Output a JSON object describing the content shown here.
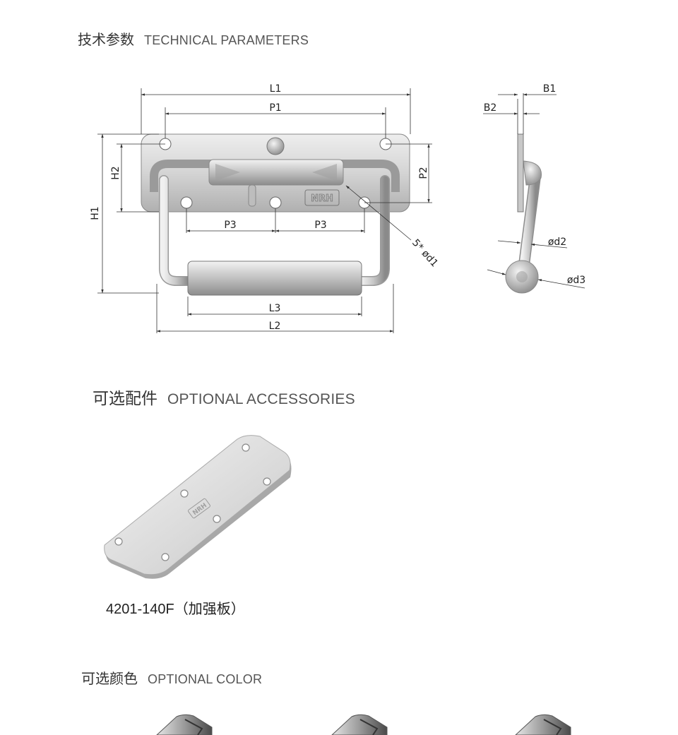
{
  "sections": {
    "technical": {
      "title_cn": "技术参数",
      "title_en": "TECHNICAL PARAMETERS"
    },
    "accessories": {
      "title_cn": "可选配件",
      "title_en": "OPTIONAL ACCESSORIES"
    },
    "color": {
      "title_cn": "可选颜色",
      "title_en": "OPTIONAL COLOR"
    }
  },
  "drawing": {
    "labels": {
      "L1": "L1",
      "P1": "P1",
      "H1": "H1",
      "H2": "H2",
      "P2": "P2",
      "P3_left": "P3",
      "P3_right": "P3",
      "hole": "5* ød1",
      "L3": "L3",
      "L2": "L2",
      "B1": "B1",
      "B2": "B2",
      "d2": "ød2",
      "d3": "ød3"
    },
    "logo": "NRH"
  },
  "accessory": {
    "caption": "4201-140F（加强板）",
    "logo": "NRH"
  },
  "colors": {
    "line": "#333333",
    "metal_light": "#e2e2e2",
    "metal_dark": "#8a8a8a"
  }
}
